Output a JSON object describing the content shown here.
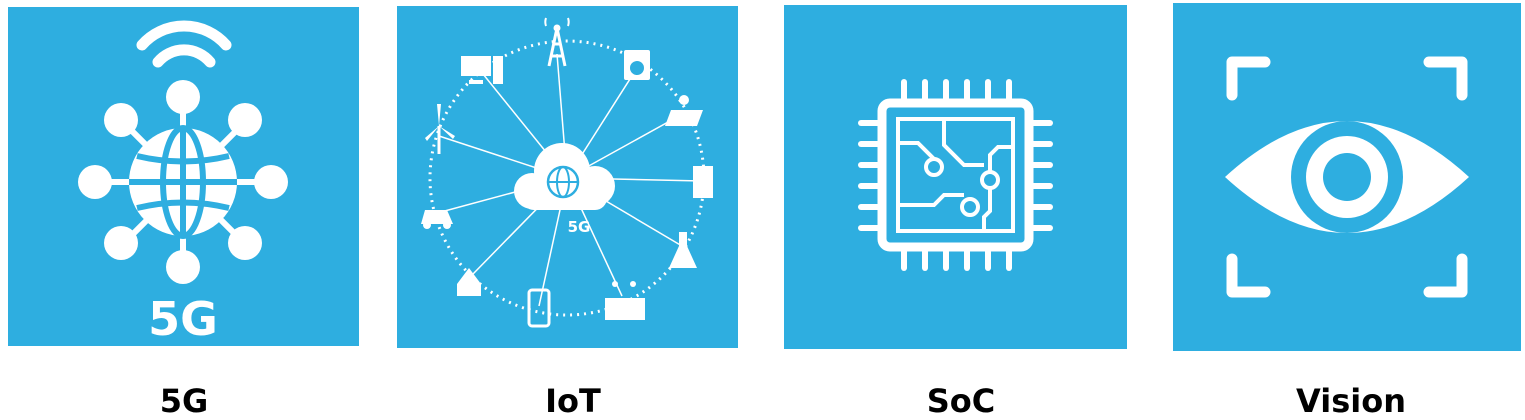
{
  "accent_color": "#2eaee0",
  "tiles": [
    {
      "id": "5g",
      "caption": "5G",
      "icon": "5g-network-icon",
      "icon_text": "5G"
    },
    {
      "id": "iot",
      "caption": "IoT",
      "icon": "iot-cloud-network-icon",
      "icon_text": "5G"
    },
    {
      "id": "soc",
      "caption": "SoC",
      "icon": "microchip-icon"
    },
    {
      "id": "vision",
      "caption": "Vision",
      "icon": "eye-scan-icon"
    }
  ]
}
